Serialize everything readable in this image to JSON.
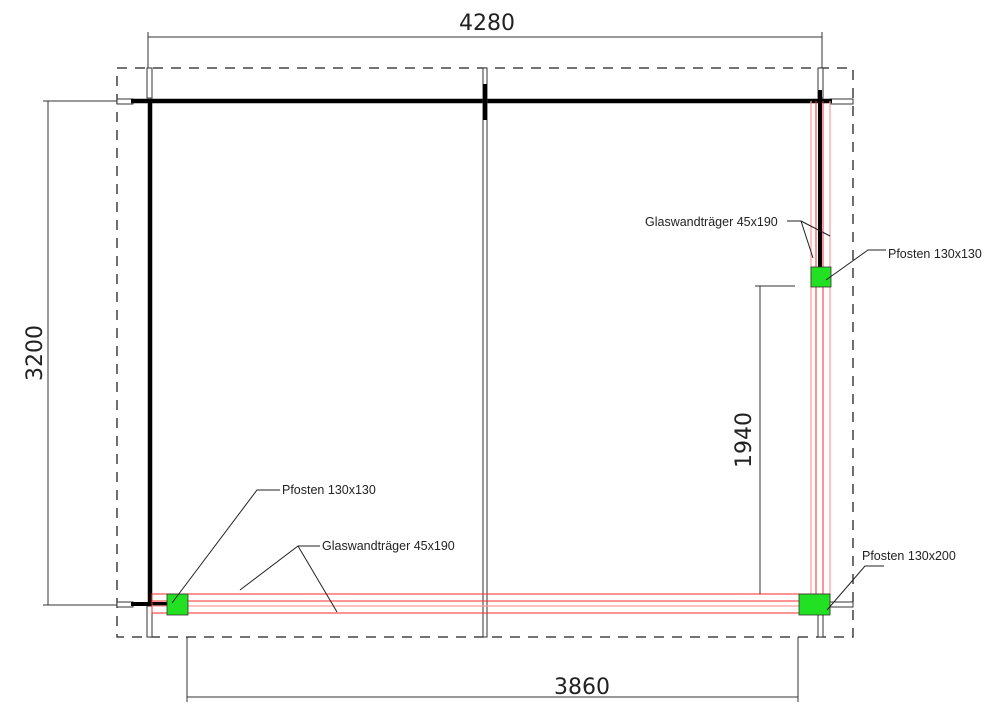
{
  "dimensions": {
    "overall_width": "4280",
    "overall_depth": "3200",
    "partial_depth": "1940",
    "partial_width": "3860"
  },
  "labels": {
    "post_bottom_left": "Pfosten 130x130",
    "beam_bottom": "Glaswandträger 45x190",
    "beam_right": "Glaswandträger 45x190",
    "post_right_mid": "Pfosten 130x130",
    "post_bottom_right": "Pfosten 130x200"
  },
  "colors": {
    "post_fill": "#22e022",
    "beam_line": "#ff2a2a",
    "wall": "#000000"
  }
}
